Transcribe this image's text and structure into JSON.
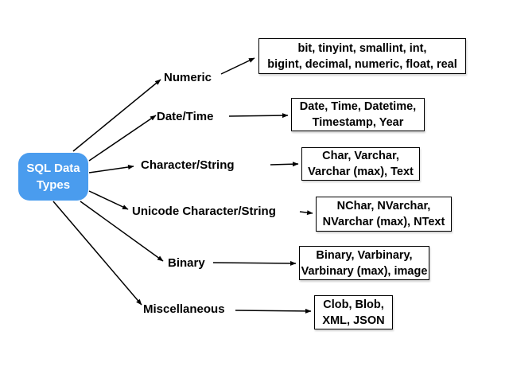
{
  "root": {
    "line1": "SQL Data",
    "line2": "Types",
    "fill": "#4A9CEE",
    "text_color": "#ffffff"
  },
  "colors": {
    "connector": "#000000",
    "box_border": "#000000",
    "box_background": "#ffffff",
    "canvas_background": "#ffffff"
  },
  "branches": [
    {
      "label": "Numeric",
      "types_line1": "bit, tinyint, smallint, int,",
      "types_line2": "bigint, decimal, numeric, float, real"
    },
    {
      "label": "Date/Time",
      "types_line1": "Date, Time, Datetime,",
      "types_line2": "Timestamp, Year"
    },
    {
      "label": "Character/String",
      "types_line1": "Char, Varchar,",
      "types_line2": "Varchar (max), Text"
    },
    {
      "label": "Unicode Character/String",
      "types_line1": "NChar, NVarchar,",
      "types_line2": "NVarchar (max), NText"
    },
    {
      "label": "Binary",
      "types_line1": "Binary, Varbinary,",
      "types_line2": "Varbinary (max), image"
    },
    {
      "label": "Miscellaneous",
      "types_line1": "Clob, Blob,",
      "types_line2": "XML, JSON"
    }
  ]
}
